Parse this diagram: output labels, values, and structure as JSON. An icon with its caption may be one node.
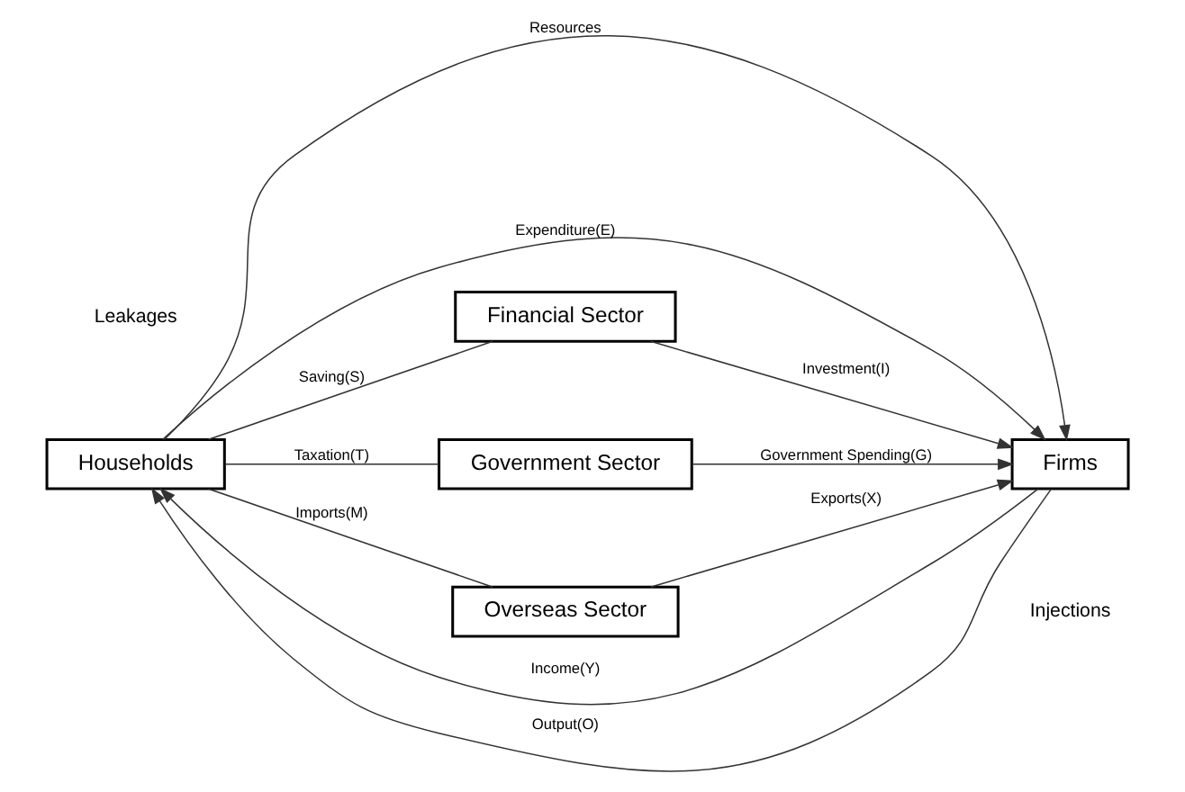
{
  "diagram": {
    "nodes": [
      {
        "text": [
          "Households"
        ]
      },
      {
        "text": [
          "Firms"
        ]
      },
      {
        "text": [
          "Financial Sector"
        ]
      },
      {
        "text": [
          "Government Sector"
        ]
      },
      {
        "text": [
          "Overseas Sector"
        ]
      }
    ],
    "edges": [
      {
        "from": 1,
        "to": 0,
        "arrow": "to",
        "label": "Income(Y)"
      },
      {
        "from": 0,
        "to": 1,
        "arrow": "to",
        "label": "Resources"
      },
      {
        "from": 1,
        "to": 0,
        "arrow": "to",
        "label": "Output(O)"
      },
      {
        "from": 0,
        "to": 1,
        "arrow": "to",
        "label": "Expenditure(E)"
      },
      {
        "from": 0,
        "to": 2,
        "arrow": "none",
        "label": "Saving(S)"
      },
      {
        "from": 2,
        "to": 1,
        "arrow": "to",
        "label": "Investment(I)"
      },
      {
        "from": 0,
        "to": 3,
        "arrow": "none",
        "label": "Taxation(T)"
      },
      {
        "from": 3,
        "to": 1,
        "arrow": "to",
        "label": "Government Spending(G)"
      },
      {
        "from": 0,
        "to": 4,
        "arrow": "none",
        "label": "Imports(M)"
      },
      {
        "from": 4,
        "to": 1,
        "arrow": "to",
        "label": "Exports(X)"
      }
    ],
    "labels": [
      "Leakages",
      "Injections"
    ]
  }
}
